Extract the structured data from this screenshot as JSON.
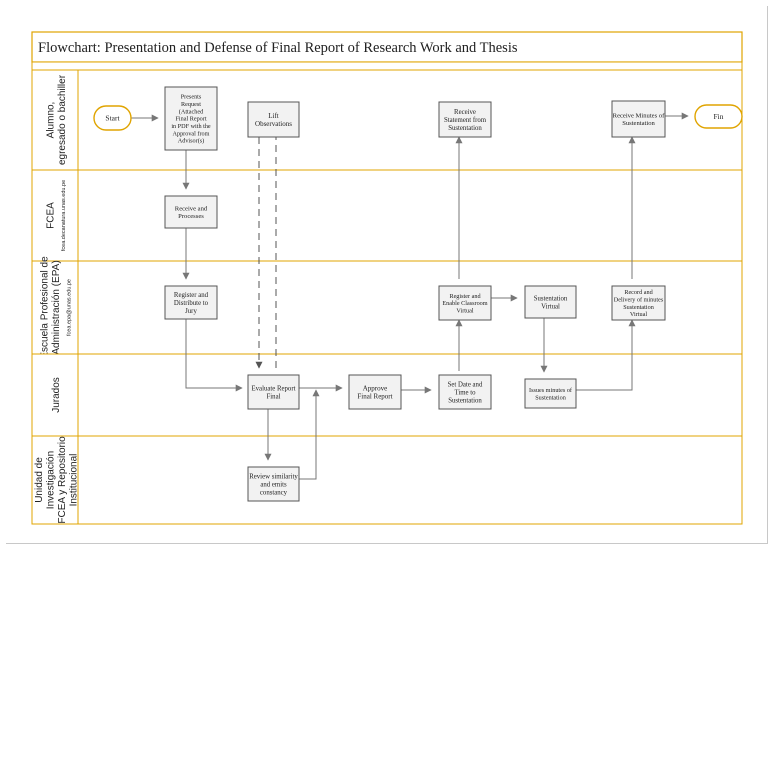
{
  "title": "Flowchart: Presentation and Defense of Final Report of Research Work and Thesis",
  "lanes": [
    {
      "id": "alumno",
      "lines": [
        "Alumno,",
        "egresado o bachiller"
      ],
      "sub": ""
    },
    {
      "id": "fcea",
      "lines": [
        "FCEA"
      ],
      "sub": "fcea.decanatura.unas.edu.pe"
    },
    {
      "id": "epa",
      "lines": [
        "Escuela Profesional de",
        "Administración (EPA)"
      ],
      "sub": "fcea.epa@unas.edu.pe"
    },
    {
      "id": "jurados",
      "lines": [
        "Jurados"
      ],
      "sub": ""
    },
    {
      "id": "unidad",
      "lines": [
        "Unidad de",
        "Investigación",
        "FCEA y Repositorio",
        "Institucional"
      ],
      "sub": ""
    }
  ],
  "nodes": [
    {
      "id": "start",
      "kind": "terminal",
      "lines": [
        "Start"
      ]
    },
    {
      "id": "presents",
      "kind": "process",
      "lines": [
        "Presents",
        "Request",
        "(Attached",
        "Final Report",
        "in PDF with the",
        "Approval from",
        "Advisor(s)"
      ]
    },
    {
      "id": "lift",
      "kind": "process",
      "lines": [
        "Lift",
        "Observations"
      ]
    },
    {
      "id": "receive_stmt",
      "kind": "process",
      "lines": [
        "Receive",
        "Statement from",
        "Sustentation"
      ]
    },
    {
      "id": "receive_minutes",
      "kind": "process",
      "lines": [
        "Receive Minutes of",
        "Sustentation"
      ]
    },
    {
      "id": "fin",
      "kind": "terminal",
      "lines": [
        "Fin"
      ]
    },
    {
      "id": "receive_process",
      "kind": "process",
      "lines": [
        "Receive and",
        "Processes"
      ]
    },
    {
      "id": "register_jury",
      "kind": "process",
      "lines": [
        "Register and",
        "Distribute to",
        "Jury"
      ]
    },
    {
      "id": "register_classroom",
      "kind": "process",
      "lines": [
        "Register and",
        "Enable Classroom",
        "Virtual"
      ]
    },
    {
      "id": "sustentation_virtual",
      "kind": "process",
      "lines": [
        "Sustentation",
        "Virtual"
      ]
    },
    {
      "id": "record_delivery",
      "kind": "process",
      "lines": [
        "Record and",
        "Delivery of minutes",
        "Sustentation",
        "Virtual"
      ]
    },
    {
      "id": "evaluate",
      "kind": "process",
      "lines": [
        "Evaluate Report",
        "Final"
      ]
    },
    {
      "id": "approve",
      "kind": "process",
      "lines": [
        "Approve",
        "Final Report"
      ]
    },
    {
      "id": "set_date",
      "kind": "process",
      "lines": [
        "Set Date and",
        "Time to",
        "Sustentation"
      ]
    },
    {
      "id": "issues_minutes",
      "kind": "process",
      "lines": [
        "Issues minutes of",
        "Sustentation"
      ]
    },
    {
      "id": "review",
      "kind": "process",
      "lines": [
        "Review similarity",
        "and emits",
        "constancy"
      ]
    }
  ],
  "colors": {
    "border": "#e0a400",
    "box_fill": "#f2f2f2",
    "box_stroke": "#555555",
    "arrow": "#777777"
  }
}
